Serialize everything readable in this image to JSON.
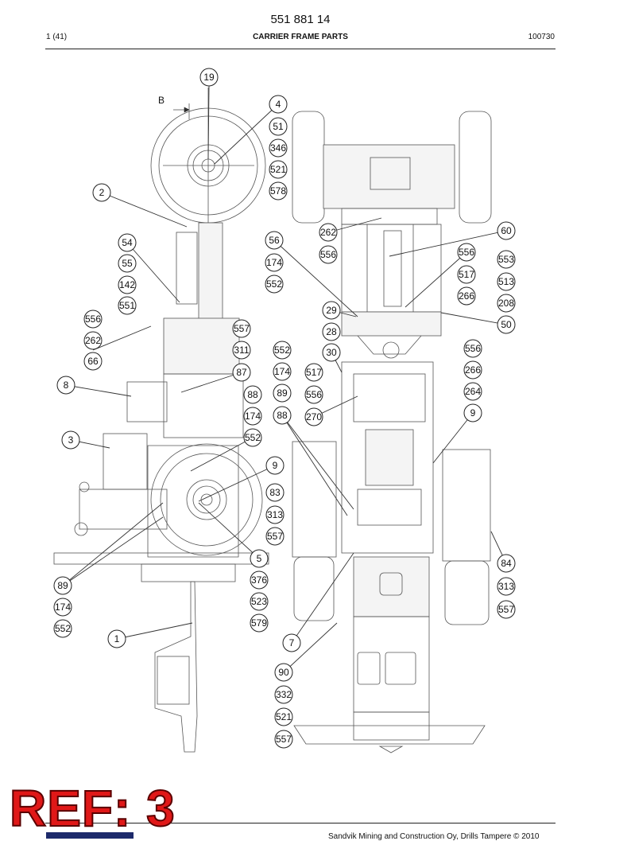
{
  "header": {
    "doc_number": "551 881 14",
    "page_info": "1 (41)",
    "title": "CARRIER FRAME PARTS",
    "date_code": "100730"
  },
  "view_label": "B",
  "callouts": [
    {
      "id": "c19a",
      "label": "19"
    },
    {
      "id": "c4",
      "label": "4"
    },
    {
      "id": "c51",
      "label": "51"
    },
    {
      "id": "c346",
      "label": "346"
    },
    {
      "id": "c521a",
      "label": "521"
    },
    {
      "id": "c578",
      "label": "578"
    },
    {
      "id": "c2",
      "label": "2"
    },
    {
      "id": "c54",
      "label": "54"
    },
    {
      "id": "c55",
      "label": "55"
    },
    {
      "id": "c142",
      "label": "142"
    },
    {
      "id": "c551",
      "label": "551"
    },
    {
      "id": "c556a",
      "label": "556"
    },
    {
      "id": "c262a",
      "label": "262"
    },
    {
      "id": "c66",
      "label": "66"
    },
    {
      "id": "c8",
      "label": "8"
    },
    {
      "id": "c3",
      "label": "3"
    },
    {
      "id": "c56",
      "label": "56"
    },
    {
      "id": "c174a",
      "label": "174"
    },
    {
      "id": "c552a",
      "label": "552"
    },
    {
      "id": "c262b",
      "label": "262"
    },
    {
      "id": "c556b",
      "label": "556"
    },
    {
      "id": "c60",
      "label": "60"
    },
    {
      "id": "c556c",
      "label": "556"
    },
    {
      "id": "c553",
      "label": "553"
    },
    {
      "id": "c517a",
      "label": "517"
    },
    {
      "id": "c513",
      "label": "513"
    },
    {
      "id": "c266a",
      "label": "266"
    },
    {
      "id": "c208",
      "label": "208"
    },
    {
      "id": "c29",
      "label": "29"
    },
    {
      "id": "c50",
      "label": "50"
    },
    {
      "id": "c557a",
      "label": "557"
    },
    {
      "id": "c28",
      "label": "28"
    },
    {
      "id": "c311",
      "label": "311"
    },
    {
      "id": "c552b",
      "label": "552"
    },
    {
      "id": "c30",
      "label": "30"
    },
    {
      "id": "c556d",
      "label": "556"
    },
    {
      "id": "c87",
      "label": "87"
    },
    {
      "id": "c174b",
      "label": "174"
    },
    {
      "id": "c517b",
      "label": "517"
    },
    {
      "id": "c266b",
      "label": "266"
    },
    {
      "id": "c88a",
      "label": "88"
    },
    {
      "id": "c89a",
      "label": "89"
    },
    {
      "id": "c556e",
      "label": "556"
    },
    {
      "id": "c264",
      "label": "264"
    },
    {
      "id": "c174c",
      "label": "174"
    },
    {
      "id": "c88b",
      "label": "88"
    },
    {
      "id": "c270",
      "label": "270"
    },
    {
      "id": "c9a",
      "label": "9"
    },
    {
      "id": "c552c",
      "label": "552"
    },
    {
      "id": "c9b",
      "label": "9"
    },
    {
      "id": "c83",
      "label": "83"
    },
    {
      "id": "c313a",
      "label": "313"
    },
    {
      "id": "c557b",
      "label": "557"
    },
    {
      "id": "c5",
      "label": "5"
    },
    {
      "id": "c84",
      "label": "84"
    },
    {
      "id": "c89b",
      "label": "89"
    },
    {
      "id": "c376",
      "label": "376"
    },
    {
      "id": "c313b",
      "label": "313"
    },
    {
      "id": "c174d",
      "label": "174"
    },
    {
      "id": "c523",
      "label": "523"
    },
    {
      "id": "c557c",
      "label": "557"
    },
    {
      "id": "c552d",
      "label": "552"
    },
    {
      "id": "c579",
      "label": "579"
    },
    {
      "id": "c1",
      "label": "1"
    },
    {
      "id": "c7",
      "label": "7"
    },
    {
      "id": "c90",
      "label": "90"
    },
    {
      "id": "c332",
      "label": "332"
    },
    {
      "id": "c521b",
      "label": "521"
    },
    {
      "id": "c557d",
      "label": "557"
    }
  ],
  "ref_stamp": "REF: 3",
  "footer": {
    "copyright": "Sandvik Mining and Construction Oy, Drills Tampere © 2010"
  }
}
